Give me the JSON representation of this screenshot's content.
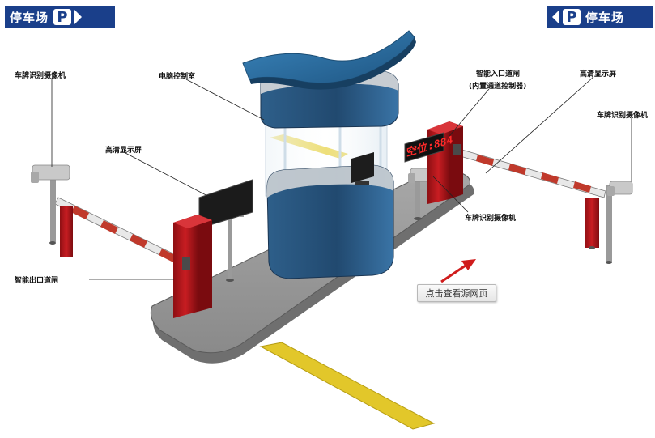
{
  "signs": {
    "left": {
      "text": "停车场",
      "letter": "P"
    },
    "right": {
      "text": "停车场",
      "letter": "P"
    }
  },
  "labels": {
    "plate_camera_left": "车牌识别摄像机",
    "computer_room": "电脑控制室",
    "hd_display_left": "高清显示屏",
    "smart_exit_gate": "智能出口道闸",
    "smart_entry_gate": "智能入口道闸",
    "entry_gate_note": "(内置通道控制器)",
    "hd_display_right": "高清显示屏",
    "plate_camera_right": "车牌识别摄像机",
    "plate_camera_center": "车牌识别摄像机"
  },
  "led_display": {
    "text": "空位:884"
  },
  "source_button": {
    "label": "点击查看源网页"
  },
  "colors": {
    "sign_blue": "#1a3f8a",
    "booth_blue": "#2d5f8c",
    "roof_blue": "#2b6a9c",
    "gate_red": "#b5161b",
    "barrier_red": "#c0392b",
    "island_gray": "#8f8f8f",
    "lane_yellow": "#e2c72a",
    "led_red": "#ff2a2a"
  }
}
